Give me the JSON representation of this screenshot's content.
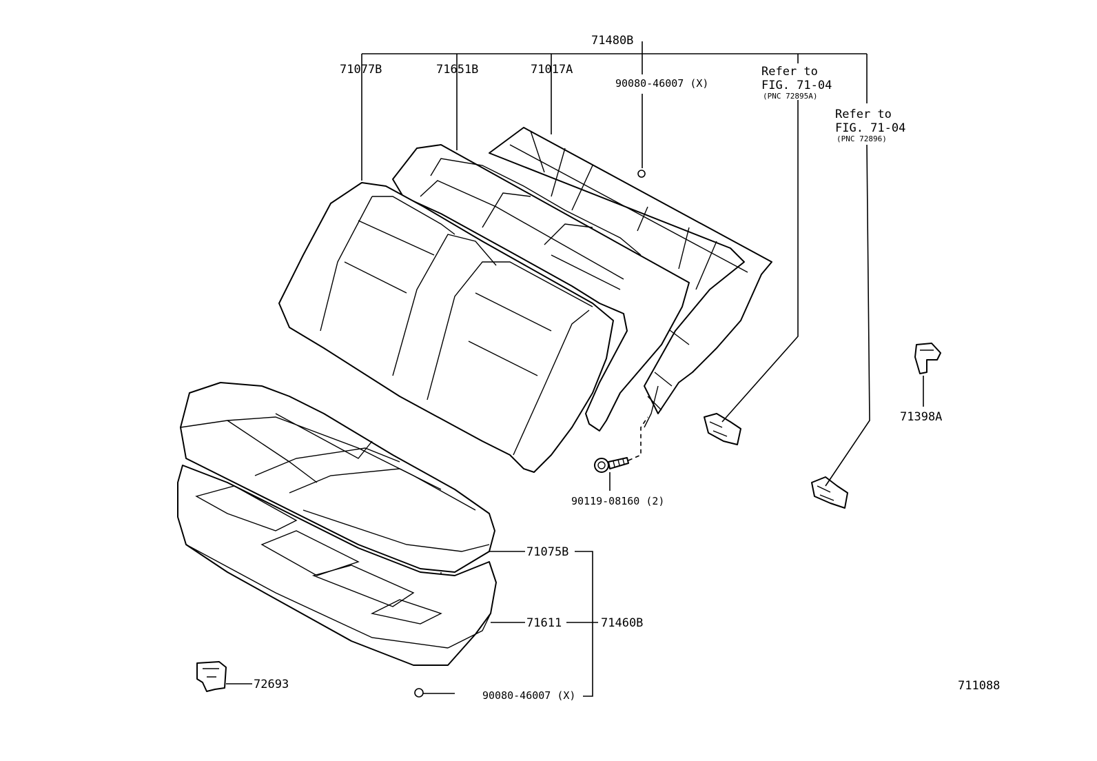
{
  "diagram": {
    "drawing_number": "711088",
    "labels": {
      "assy_back": "71480B",
      "back_cover": "71077B",
      "back_pad": "71651B",
      "back_frame": "71017A",
      "hog_ring_top": "90080-46007 (X)",
      "refer1_line1": "Refer to",
      "refer1_line2": "FIG. 71-04",
      "refer1_line3": "(PNC 72895A)",
      "refer2_line1": "Refer to",
      "refer2_line2": "FIG. 71-04",
      "refer2_line3": "(PNC 72896)",
      "clip_right": "71398A",
      "bolt": "90119-08160 (2)",
      "cushion_cover": "71075B",
      "cushion_pad": "71611",
      "cushion_assy": "71460B",
      "clip_left": "72693",
      "hog_ring_bottom": "90080-46007 (X)"
    }
  }
}
